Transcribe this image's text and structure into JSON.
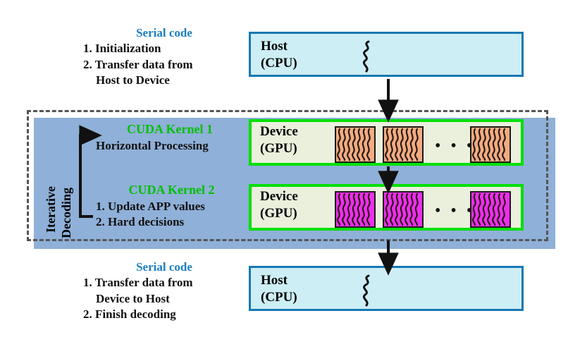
{
  "diagram": {
    "title": "CUDA parallel iterative decoding flow",
    "colors": {
      "serial_heading": "#1a7fc1",
      "kernel_heading": "#00c000",
      "host_fill": "#cdeef5",
      "host_border": "#1878b4",
      "device_fill": "#eaf0dc",
      "device_border": "#00e000",
      "thread_block_kernel1": "#f3ab81",
      "thread_block_kernel2": "#ef2ded",
      "dashed_border": "#555555",
      "shadow": "#8fb0d8"
    }
  },
  "top_serial": {
    "heading": "Serial code",
    "steps": [
      "1. Initialization",
      "2. Transfer data from",
      "Host to Device"
    ]
  },
  "top_host": {
    "label_line1": "Host",
    "label_line2": "(CPU)",
    "thread_icon": "single-thread-squiggle-icon"
  },
  "iterative": {
    "label_line1": "Iterative",
    "label_line2": "Decoding",
    "loop_arrow": "loop-back-arrow-icon"
  },
  "kernel1": {
    "heading": "CUDA Kernel 1",
    "steps": [
      "Horizontal Processing"
    ]
  },
  "kernel1_device": {
    "label_line1": "Device",
    "label_line2": "(GPU)",
    "thread_blocks": 3,
    "ellipsis": "• • •",
    "block_color": "#f3ab81"
  },
  "kernel2": {
    "heading": "CUDA Kernel 2",
    "steps": [
      "1. Update APP values",
      "2. Hard decisions"
    ]
  },
  "kernel2_device": {
    "label_line1": "Device",
    "label_line2": "(GPU)",
    "thread_blocks": 3,
    "ellipsis": "• • •",
    "block_color": "#ef2ded"
  },
  "bottom_serial": {
    "heading": "Serial code",
    "steps": [
      "1. Transfer data from",
      "Device to Host",
      "2. Finish decoding"
    ]
  },
  "bottom_host": {
    "label_line1": "Host",
    "label_line2": "(CPU)",
    "thread_icon": "single-thread-squiggle-icon"
  },
  "arrows": {
    "host_to_device1": "down-arrow-icon",
    "device1_to_device2": "down-arrow-icon",
    "device2_to_host": "down-arrow-icon"
  }
}
